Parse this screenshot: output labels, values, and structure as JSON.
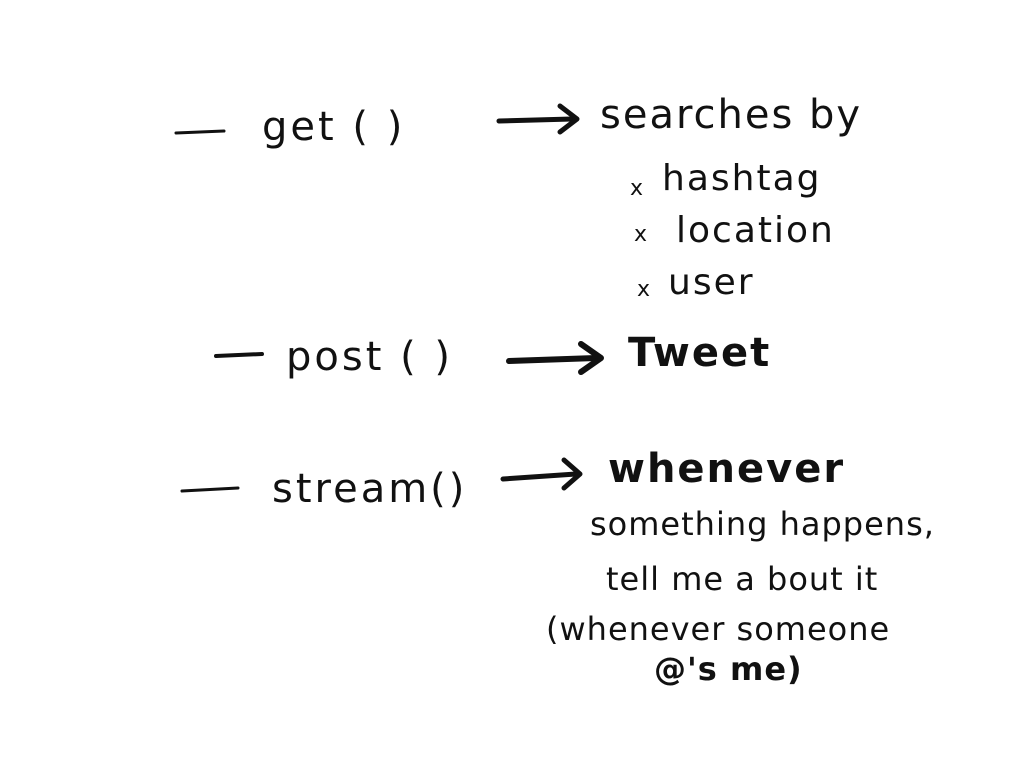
{
  "items": [
    {
      "dash": "—",
      "method": "get ( )",
      "result": "searches by",
      "bullets": [
        {
          "mark": "x",
          "text": "hashtag"
        },
        {
          "mark": "x",
          "text": "location"
        },
        {
          "mark": "x",
          "text": "user"
        }
      ]
    },
    {
      "dash": "—",
      "method": "post ( )",
      "result": "Tweet"
    },
    {
      "dash": "—",
      "method": "stream()",
      "result": "whenever",
      "description": [
        "something happens,",
        "tell me a bout it",
        "(whenever someone",
        "@'s me)"
      ]
    }
  ],
  "colors": {
    "ink": "#111111",
    "background": "#ffffff"
  }
}
